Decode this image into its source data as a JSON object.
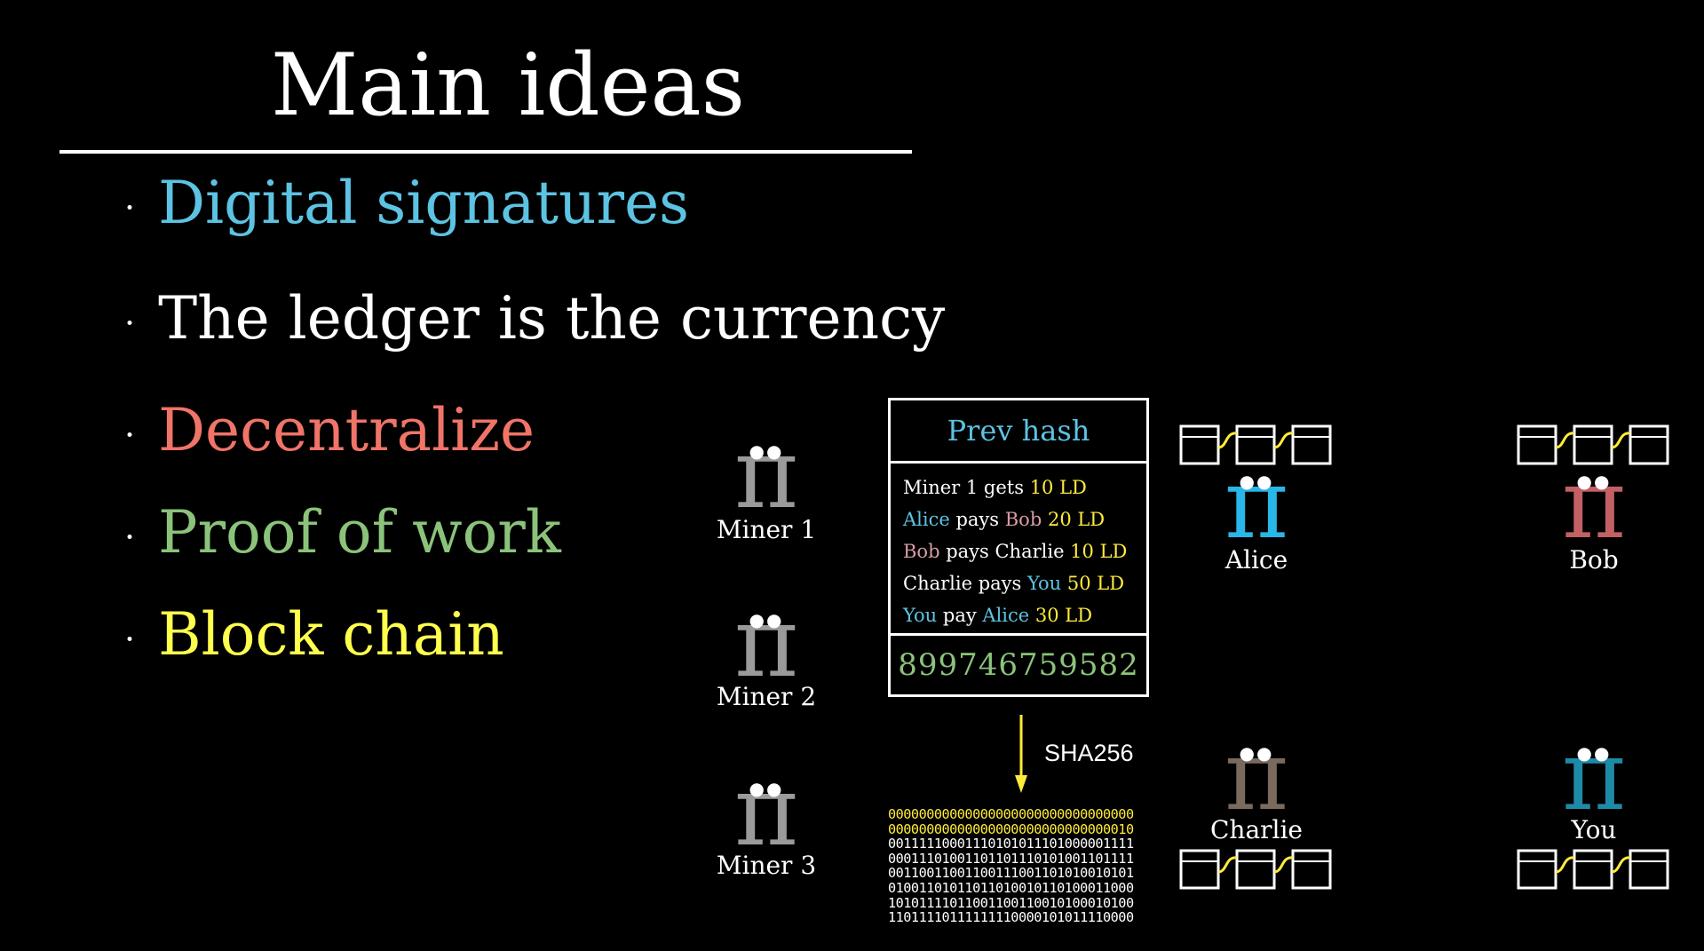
{
  "title": "Main ideas",
  "bullets": [
    {
      "text": "Digital signatures",
      "color": "#5cc3e3"
    },
    {
      "text": "The ledger is the currency",
      "color": "#ffffff"
    },
    {
      "text": "Decentralize",
      "color": "#f07468"
    },
    {
      "text": "Proof of work",
      "color": "#8bc37a"
    },
    {
      "text": "Block chain",
      "color": "#ffff4d"
    }
  ],
  "miners": [
    "Miner 1",
    "Miner 2",
    "Miner 3"
  ],
  "block": {
    "header": "Prev hash",
    "transactions": [
      [
        {
          "t": "Miner 1 gets ",
          "c": "white"
        },
        {
          "t": "10 LD",
          "c": "yellow"
        }
      ],
      [
        {
          "t": "Alice ",
          "c": "cyan"
        },
        {
          "t": "pays ",
          "c": "white"
        },
        {
          "t": "Bob ",
          "c": "pink"
        },
        {
          "t": "20 LD",
          "c": "yellow"
        }
      ],
      [
        {
          "t": "Bob ",
          "c": "pink"
        },
        {
          "t": "pays ",
          "c": "white"
        },
        {
          "t": "Charlie ",
          "c": "white"
        },
        {
          "t": "10 LD",
          "c": "yellow"
        }
      ],
      [
        {
          "t": "Charlie ",
          "c": "white"
        },
        {
          "t": "pays ",
          "c": "white"
        },
        {
          "t": "You ",
          "c": "cyan"
        },
        {
          "t": "50 LD",
          "c": "yellow"
        }
      ],
      [
        {
          "t": "You ",
          "c": "cyan"
        },
        {
          "t": "pay ",
          "c": "white"
        },
        {
          "t": "Alice ",
          "c": "cyan"
        },
        {
          "t": "30 LD",
          "c": "yellow"
        }
      ]
    ],
    "nonce": "899746759582"
  },
  "hash_label": "SHA256",
  "hash_lines": [
    {
      "text": "00000000000000000000000000000000",
      "color": "#ffeb3b"
    },
    {
      "text": "00000000000000000000000000000010",
      "color": "#ffeb3b"
    },
    {
      "text": "00111110001110101011101000001111",
      "color": "#ffffff"
    },
    {
      "text": "00011101001101101110101001101111",
      "color": "#ffffff"
    },
    {
      "text": "00110011001100111001101010010101",
      "color": "#ffffff"
    },
    {
      "text": "01001101011011010010110100011000",
      "color": "#ffffff"
    },
    {
      "text": "10101111011001100110010100010100",
      "color": "#ffffff"
    },
    {
      "text": "11011110111111110000101011110000",
      "color": "#ffffff"
    }
  ],
  "people": [
    {
      "name": "Alice",
      "color": "#29b6e8"
    },
    {
      "name": "Bob",
      "color": "#c26065"
    },
    {
      "name": "Charlie",
      "color": "#7a6a5e"
    },
    {
      "name": "You",
      "color": "#1f8aa8"
    }
  ],
  "colors": {
    "background": "#000000",
    "miner_pi": "#9a9a9a",
    "ledger_link": "#ffeb3b"
  }
}
